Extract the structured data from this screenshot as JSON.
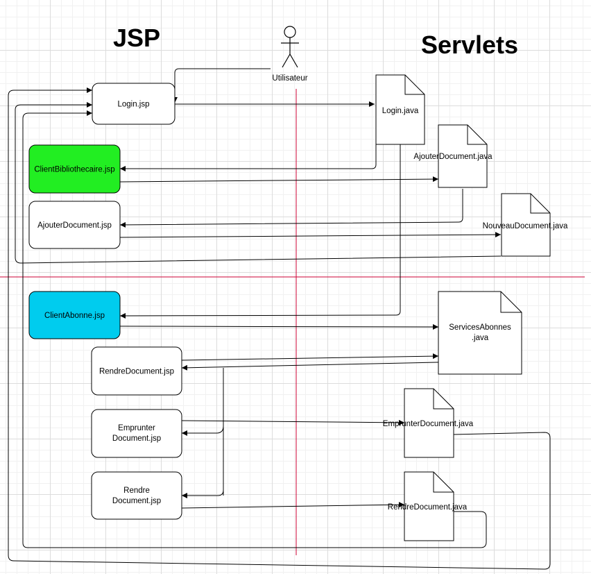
{
  "titles": {
    "jsp": "JSP",
    "servlets": "Servlets"
  },
  "actor": {
    "label": "Utilisateur"
  },
  "pages": {
    "login": {
      "label": "Login.jsp"
    },
    "client_bibliothecaire": {
      "label": "ClientBibliothecaire.jsp",
      "fill": "#22ee22"
    },
    "ajouter_document": {
      "label": "AjouterDocument.jsp"
    },
    "client_abonne": {
      "label": "ClientAbonne.jsp",
      "fill": "#00ccee"
    },
    "rendre_document_1": {
      "label": "RendreDocument.jsp"
    },
    "emprunter_document": {
      "line1": "Emprunter",
      "line2": "Document.jsp"
    },
    "rendre_document_2": {
      "line1": "Rendre",
      "line2": "Document.jsp"
    }
  },
  "servlets": {
    "login": {
      "label": "Login.java"
    },
    "ajouter_document": {
      "label": "AjouterDocument.java"
    },
    "nouveau_document": {
      "label": "NouveauDocument.java"
    },
    "services_abonnes": {
      "line1": "ServicesAbonnes",
      "line2": ".java"
    },
    "emprunter_document": {
      "label": "EmprunterDocument.java"
    },
    "rendre_document": {
      "label": "RendreDocument.java"
    }
  },
  "colors": {
    "divider": "#cc0033",
    "node_fill": "#ffffff",
    "stroke": "#000000"
  }
}
